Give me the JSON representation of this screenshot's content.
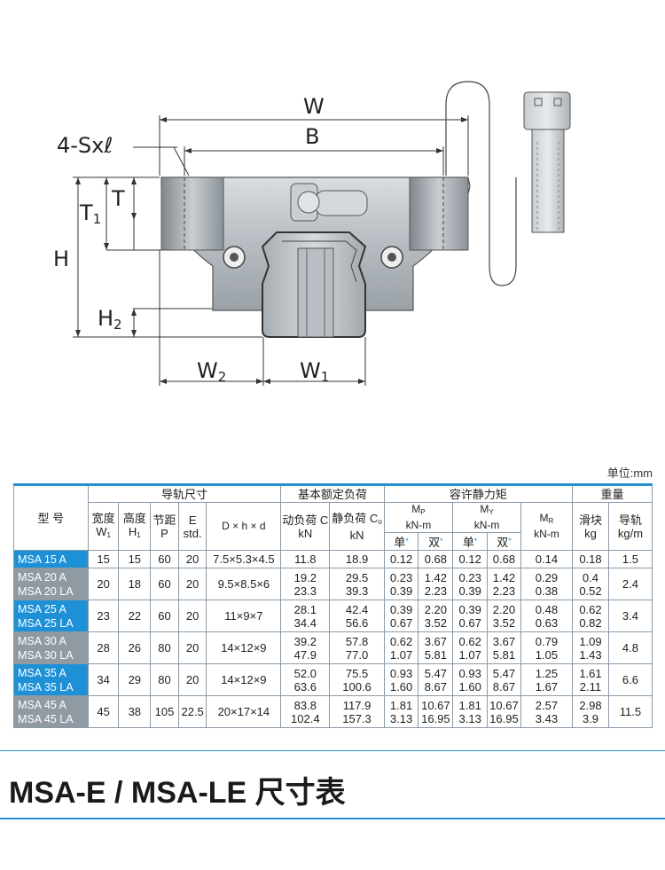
{
  "drawing": {
    "labels": {
      "w": "W",
      "b": "B",
      "s": "4-Sx",
      "s_ell": "ℓ",
      "t1": "T",
      "t1_sub": "1",
      "t": "T",
      "h": "H",
      "h2": "H",
      "h2_sub": "2",
      "w2": "W",
      "w2_sub": "2",
      "w1": "W",
      "w1_sub": "1"
    }
  },
  "unit": "单位:mm",
  "table": {
    "header": {
      "model": "型 号",
      "rail_dims": "导轨尺寸",
      "rated_load": "基本额定负荷",
      "static_moment": "容许静力矩",
      "weight": "重量",
      "width": "宽度",
      "width_sym": "W",
      "width_sub": "1",
      "height": "高度",
      "height_sym": "H",
      "height_sub": "1",
      "pitch": "节距",
      "pitch_sym": "P",
      "e": "E",
      "e_std": "std.",
      "dhd": "D × h × d",
      "dyn": "动负荷 C",
      "dyn_unit": "kN",
      "stat": "静负荷 C",
      "stat_sub": "o",
      "stat_unit": "kN",
      "mp": "M",
      "mp_sub": "P",
      "mp_unit": "kN-m",
      "my": "M",
      "my_sub": "Y",
      "my_unit": "kN-m",
      "mr": "M",
      "mr_sub": "R",
      "mr_unit": "kN-m",
      "single": "单",
      "double": "双",
      "star": "*",
      "block": "滑块",
      "block_unit": "kg",
      "rail": "导轨",
      "rail_unit": "kg/m"
    },
    "rows": [
      {
        "models": [
          "MSA 15 A"
        ],
        "color": "blue",
        "w1": "15",
        "h1": "15",
        "p": "60",
        "e": "20",
        "dhd": "7.5×5.3×4.5",
        "c": [
          "11.8"
        ],
        "co": [
          "18.9"
        ],
        "mp1": [
          "0.12"
        ],
        "mp2": [
          "0.68"
        ],
        "my1": [
          "0.12"
        ],
        "my2": [
          "0.68"
        ],
        "mr": [
          "0.14"
        ],
        "block": [
          "0.18"
        ],
        "rail": "1.5"
      },
      {
        "models": [
          "MSA 20 A",
          "MSA 20 LA"
        ],
        "color": "grey",
        "w1": "20",
        "h1": "18",
        "p": "60",
        "e": "20",
        "dhd": "9.5×8.5×6",
        "c": [
          "19.2",
          "23.3"
        ],
        "co": [
          "29.5",
          "39.3"
        ],
        "mp1": [
          "0.23",
          "0.39"
        ],
        "mp2": [
          "1.42",
          "2.23"
        ],
        "my1": [
          "0.23",
          "0.39"
        ],
        "my2": [
          "1.42",
          "2.23"
        ],
        "mr": [
          "0.29",
          "0.38"
        ],
        "block": [
          "0.4",
          "0.52"
        ],
        "rail": "2.4"
      },
      {
        "models": [
          "MSA 25 A",
          "MSA 25 LA"
        ],
        "color": "blue",
        "w1": "23",
        "h1": "22",
        "p": "60",
        "e": "20",
        "dhd": "11×9×7",
        "c": [
          "28.1",
          "34.4"
        ],
        "co": [
          "42.4",
          "56.6"
        ],
        "mp1": [
          "0.39",
          "0.67"
        ],
        "mp2": [
          "2.20",
          "3.52"
        ],
        "my1": [
          "0.39",
          "0.67"
        ],
        "my2": [
          "2.20",
          "3.52"
        ],
        "mr": [
          "0.48",
          "0.63"
        ],
        "block": [
          "0.62",
          "0.82"
        ],
        "rail": "3.4"
      },
      {
        "models": [
          "MSA 30 A",
          "MSA 30 LA"
        ],
        "color": "grey",
        "w1": "28",
        "h1": "26",
        "p": "80",
        "e": "20",
        "dhd": "14×12×9",
        "c": [
          "39.2",
          "47.9"
        ],
        "co": [
          "57.8",
          "77.0"
        ],
        "mp1": [
          "0.62",
          "1.07"
        ],
        "mp2": [
          "3.67",
          "5.81"
        ],
        "my1": [
          "0.62",
          "1.07"
        ],
        "my2": [
          "3.67",
          "5.81"
        ],
        "mr": [
          "0.79",
          "1.05"
        ],
        "block": [
          "1.09",
          "1.43"
        ],
        "rail": "4.8"
      },
      {
        "models": [
          "MSA 35 A",
          "MSA 35 LA"
        ],
        "color": "blue",
        "w1": "34",
        "h1": "29",
        "p": "80",
        "e": "20",
        "dhd": "14×12×9",
        "c": [
          "52.0",
          "63.6"
        ],
        "co": [
          "75.5",
          "100.6"
        ],
        "mp1": [
          "0.93",
          "1.60"
        ],
        "mp2": [
          "5.47",
          "8.67"
        ],
        "my1": [
          "0.93",
          "1.60"
        ],
        "my2": [
          "5.47",
          "8.67"
        ],
        "mr": [
          "1.25",
          "1.67"
        ],
        "block": [
          "1.61",
          "2.11"
        ],
        "rail": "6.6"
      },
      {
        "models": [
          "MSA 45 A",
          "MSA 45 LA"
        ],
        "color": "grey",
        "w1": "45",
        "h1": "38",
        "p": "105",
        "e": "22.5",
        "dhd": "20×17×14",
        "c": [
          "83.8",
          "102.4"
        ],
        "co": [
          "117.9",
          "157.3"
        ],
        "mp1": [
          "1.81",
          "3.13"
        ],
        "mp2": [
          "10.67",
          "16.95"
        ],
        "my1": [
          "1.81",
          "3.13"
        ],
        "my2": [
          "10.67",
          "16.95"
        ],
        "mr": [
          "2.57",
          "3.43"
        ],
        "block": [
          "2.98",
          "3.9"
        ],
        "rail": "11.5"
      }
    ]
  },
  "title": "MSA-E / MSA-LE 尺寸表",
  "colors": {
    "accent": "#1e90d6",
    "grey_row": "#8f9aa3",
    "rule": "#2a8fd0"
  }
}
